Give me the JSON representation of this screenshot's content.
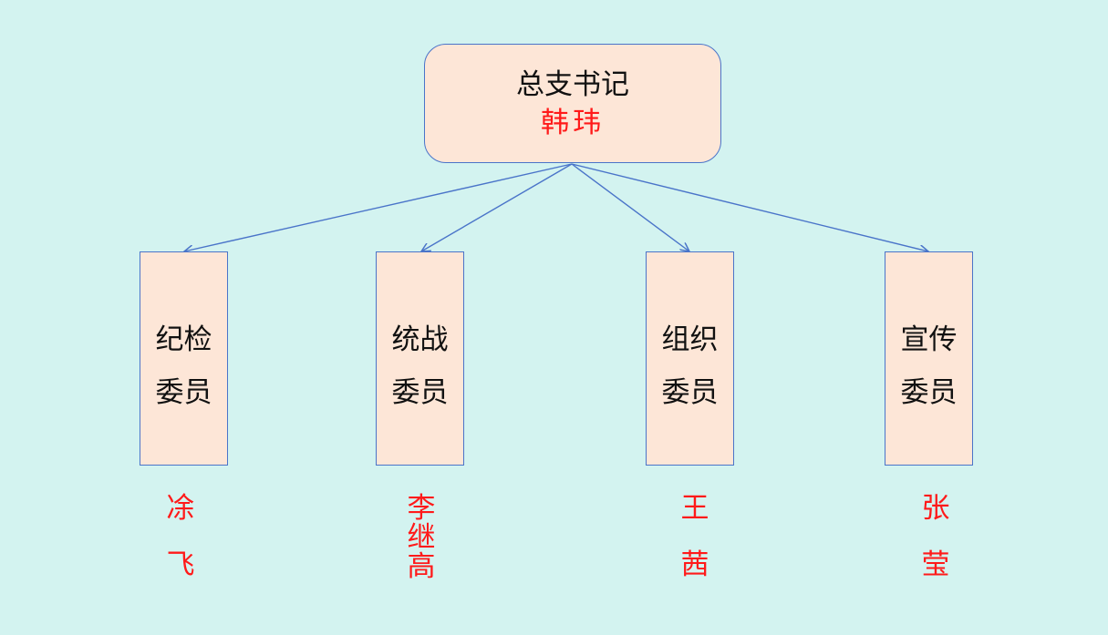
{
  "top": {
    "title": "总支书记",
    "name": "韩玮"
  },
  "roles": [
    {
      "line1": "纪检",
      "line2": "委员",
      "name_chars": [
        "凃",
        "飞"
      ]
    },
    {
      "line1": "统战",
      "line2": "委员",
      "name_chars": [
        "李",
        "继",
        "高"
      ]
    },
    {
      "line1": "组织",
      "line2": "委员",
      "name_chars": [
        "王",
        "茜"
      ]
    },
    {
      "line1": "宣传",
      "line2": "委员",
      "name_chars": [
        "张",
        "莹"
      ]
    }
  ],
  "colors": {
    "background": "#d3f3f0",
    "box_fill": "#fde6d7",
    "box_border": "#4a74c9",
    "name_text": "#ff1a1a",
    "arrow": "#4a74c9"
  }
}
